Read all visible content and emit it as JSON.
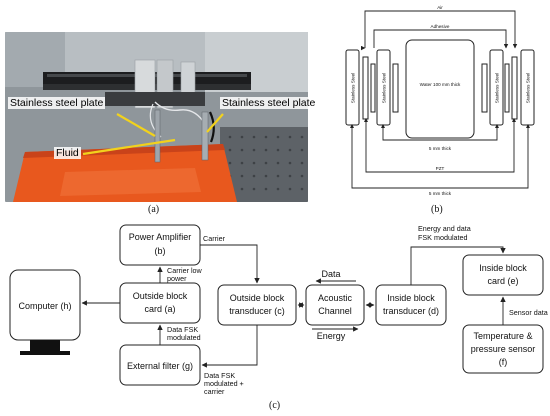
{
  "panel_a": {
    "caption": "(a)",
    "labels": {
      "plate_left": "Stainless steel plate",
      "plate_right": "Stainless steel plate",
      "fluid": "Fluid"
    }
  },
  "panel_b": {
    "caption": "(b)",
    "labels": {
      "air": "Air",
      "adhesive": "Adhesive",
      "steel_outer_left": "Stainless Steel",
      "steel_inner_left": "Stainless Steel",
      "water": "Water 100 mm thick",
      "steel_inner_right": "Stainless Steel",
      "steel_outer_right": "Stainless Steel",
      "thick_inner": "5 mm thick",
      "pzt": "PZT",
      "thick_outer": "5 mm thick"
    }
  },
  "panel_c": {
    "caption": "(c)",
    "blocks": {
      "computer": "Computer (h)",
      "power_amp": "Power Amplifier (b)",
      "outside_card": "Outside block card (a)",
      "external_filter": "External filter (g)",
      "outside_transducer": "Outside block transducer (c)",
      "acoustic_channel": "Acoustic Channel",
      "inside_transducer": "Inside block transducer (d)",
      "inside_card": "Inside block card (e)",
      "sensor": "Temperature & pressure sensor (f)"
    },
    "signals": {
      "carrier": "Carrier",
      "carrier_low_power": "Carrier low power",
      "data_fsk": "Data FSK modulated",
      "data_fsk_carrier": "Data FSK modulated + carrier",
      "data": "Data",
      "energy": "Energy",
      "energy_data_fsk": "Energy and data FSK modulated",
      "sensor_data": "Sensor data"
    }
  },
  "colors": {
    "fluid_orange": "#e8581e",
    "label_yellow": "#f2d21c",
    "line": "#222222"
  }
}
